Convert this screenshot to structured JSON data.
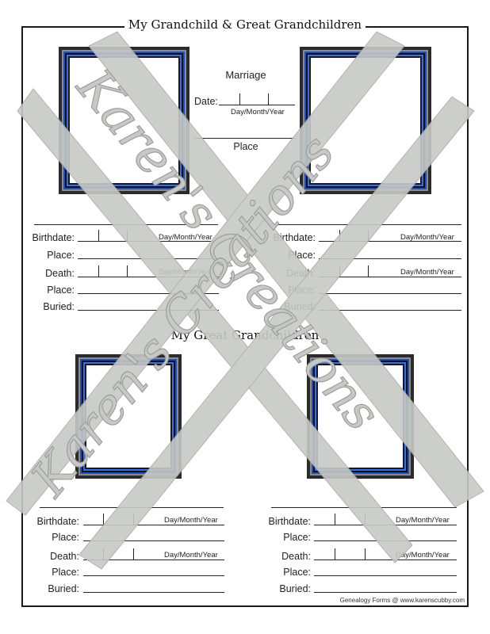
{
  "header": {
    "title": "My Grandchild & Great Grandchildren"
  },
  "section": {
    "subtitle": "My Great Grandchildren"
  },
  "marriage": {
    "heading": "Marriage",
    "date_label": "Date:",
    "date_format": "Day/Month/Year",
    "place_label": "Place"
  },
  "fields": {
    "birthdate": "Birthdate:",
    "place": "Place:",
    "death": "Death:",
    "buried": "Buried:",
    "date_format": "Day/Month/Year"
  },
  "footer": {
    "text": "Genealogy Forms @ www.karenscubby.com"
  },
  "watermark": {
    "text": "Karen's Creations",
    "color": "#c7c9c7"
  },
  "colors": {
    "frame_blue": "#1d4fc4",
    "frame_dark": "#2b2b2b",
    "border": "#1a1a1a"
  }
}
